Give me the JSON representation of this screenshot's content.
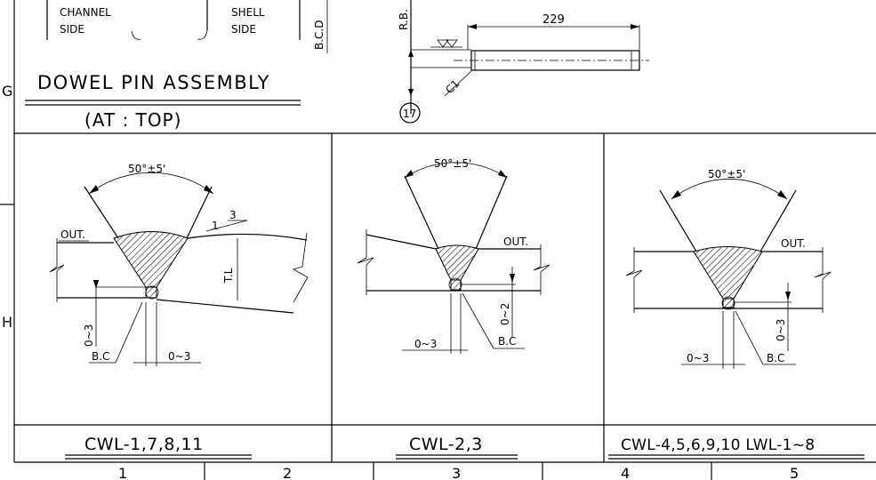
{
  "top": {
    "channel_side": [
      "CHANNEL",
      "SIDE"
    ],
    "shell_side": [
      "SHELL",
      "SIDE"
    ],
    "bcd": "B.C.D",
    "assembly_title": "DOWEL PIN ASSEMBLY",
    "assembly_sub": "(AT : TOP)",
    "rb": "R.B.",
    "pin_length": "229",
    "chamfer": "C1",
    "balloon": "17"
  },
  "zones": {
    "row_g": "G",
    "row_h": "H"
  },
  "details": [
    {
      "angle": "50°±5'",
      "out": "OUT.",
      "bc": "B.C",
      "dim_a": "0~3",
      "dim_b": "0~3",
      "slope_a": "1",
      "slope_b": "3",
      "thickness": "T.L",
      "label": "CWL-1,7,8,11"
    },
    {
      "angle": "50°±5'",
      "out": "OUT.",
      "bc": "B.C",
      "dim_a": "0~2",
      "dim_b": "0~3",
      "label": "CWL-2,3"
    },
    {
      "angle": "50°±5'",
      "out": "OUT.",
      "bc": "B.C",
      "dim_a": "0~3",
      "dim_b": "0~3",
      "label": "CWL-4,5,6,9,10  LWL-1~8"
    }
  ],
  "columns": [
    "1",
    "2",
    "3",
    "4",
    "5"
  ]
}
